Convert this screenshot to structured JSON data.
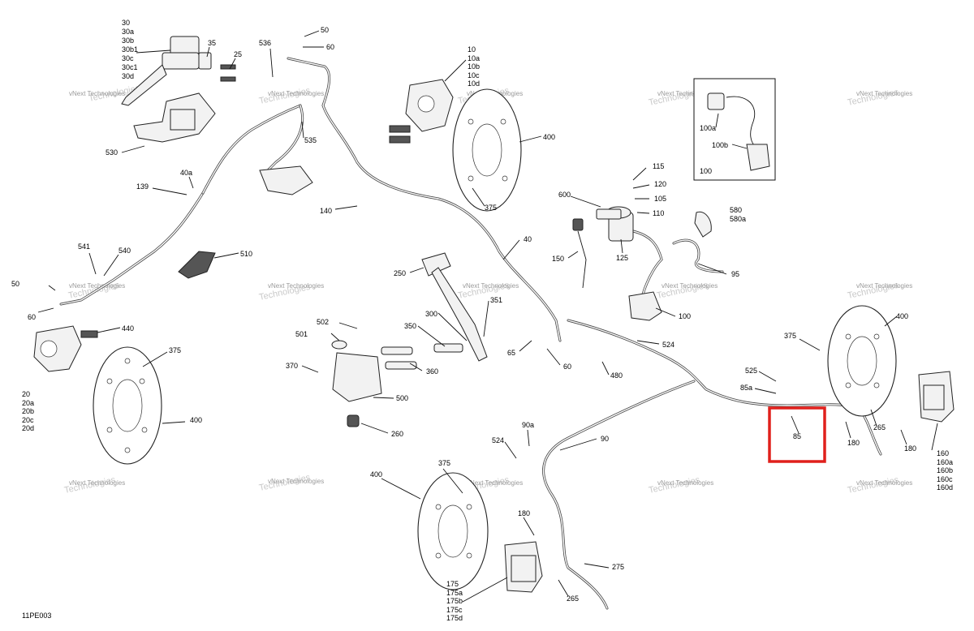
{
  "diagram_code": "11PE003",
  "watermark": {
    "line1": "vNext Technologies",
    "line2": "Technologies"
  },
  "highlight_color": "#e0201c",
  "highlight_label": "85",
  "labels": {
    "l30": "30",
    "l30a": "30a",
    "l30b": "30b",
    "l30b1": "30b1",
    "l30c": "30c",
    "l30c1": "30c1",
    "l30d": "30d",
    "l35": "35",
    "l25": "25",
    "l530": "530",
    "l139": "139",
    "l40a": "40a",
    "l541": "541",
    "l540": "540",
    "l510": "510",
    "l50a": "50",
    "l60a": "60",
    "l440": "440",
    "l375a": "375",
    "l20": "20",
    "l20a": "20a",
    "l20b": "20b",
    "l20c": "20c",
    "l20d": "20d",
    "l400a": "400",
    "l536": "536",
    "l50b": "50",
    "l60b": "60",
    "l535": "535",
    "l140": "140",
    "l10": "10",
    "l10a": "10a",
    "l10b": "10b",
    "l10c": "10c",
    "l10d": "10d",
    "l400b": "400",
    "l375b": "375",
    "l40": "40",
    "l250": "250",
    "l300": "300",
    "l351": "351",
    "l350": "350",
    "l65": "65",
    "l60c": "60",
    "l502": "502",
    "l501": "501",
    "l370": "370",
    "l360": "360",
    "l500": "500",
    "l260": "260",
    "l100a": "100a",
    "l100b": "100b",
    "l100": "100",
    "l115": "115",
    "l120": "120",
    "l105": "105",
    "l110": "110",
    "l600": "600",
    "l580": "580",
    "l580a": "580a",
    "l150": "150",
    "l125": "125",
    "l95": "95",
    "l100c": "100",
    "l524a": "524",
    "l480": "480",
    "l525": "525",
    "l85a": "85a",
    "l375c": "375",
    "l400c": "400",
    "l180a": "180",
    "l265a": "265",
    "l180b": "180",
    "l160": "160",
    "l160a": "160a",
    "l160b": "160b",
    "l160c": "160c",
    "l160d": "160d",
    "l90a": "90a",
    "l524b": "524",
    "l90": "90",
    "l375d": "375",
    "l400d": "400",
    "l180c": "180",
    "l275": "275",
    "l265b": "265",
    "l175": "175",
    "l175a": "175a",
    "l175b": "175b",
    "l175c": "175c",
    "l175d": "175d"
  }
}
